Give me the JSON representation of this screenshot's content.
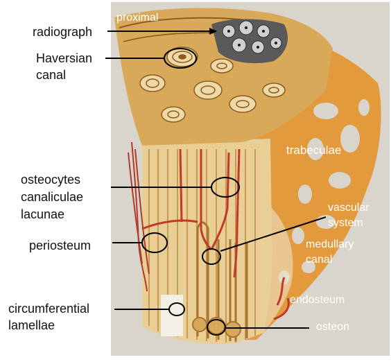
{
  "labels": {
    "radiograph": "radiograph",
    "haversian_1": "Haversian",
    "haversian_2": "canal",
    "osteocytes": "osteocytes",
    "canaliculae": "canaliculae",
    "lacunae": "lacunae",
    "periosteum": "periosteum",
    "circumferential": "circumferential",
    "lamellae": "lamellae",
    "proximal": "proximal",
    "trabeculae": "trabeculae",
    "vascular": "vascular",
    "system": "system",
    "medullary": "medullary",
    "canal": "canal",
    "endosteum": "endosteum",
    "osteon": "osteon"
  },
  "colors": {
    "background": "#ffffff",
    "panel": "#d9d4cc",
    "bone_light": "#e9cf95",
    "bone_mid": "#d9a95a",
    "bone_dark": "#a9732e",
    "vessel_red": "#c0392b",
    "spongy": "#e29a3c",
    "dark_osteons": "#4a4a4a"
  }
}
